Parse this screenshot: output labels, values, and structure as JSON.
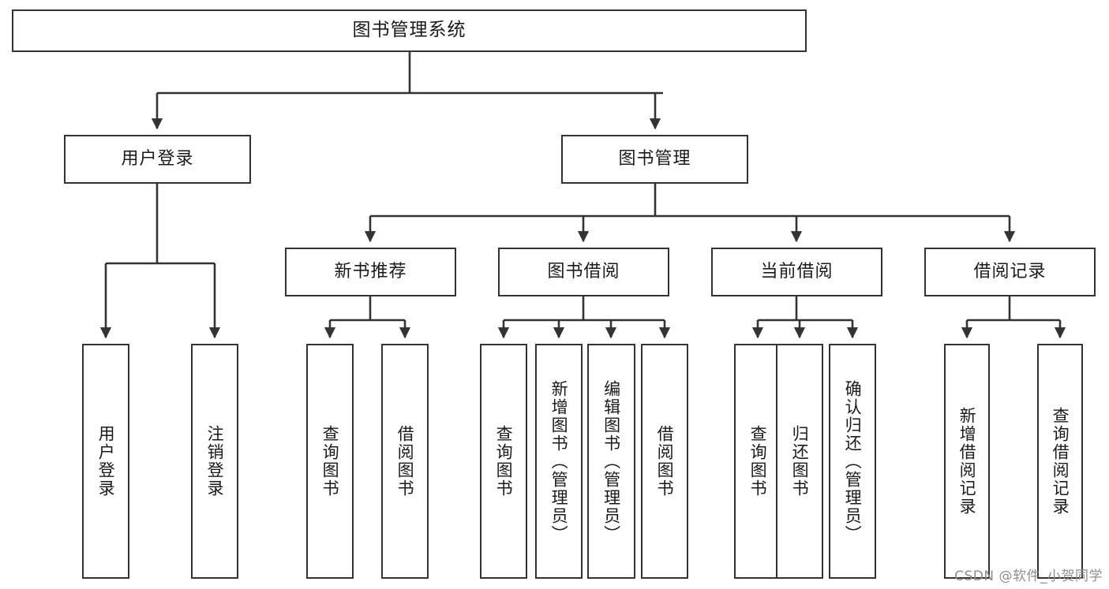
{
  "diagram": {
    "title_box": {
      "label": "图书管理系统"
    },
    "level2": [
      {
        "id": "user-login",
        "label": "用户登录"
      },
      {
        "id": "book-manage",
        "label": "图书管理"
      }
    ],
    "level3": [
      {
        "id": "new-book-recommend",
        "label": "新书推荐"
      },
      {
        "id": "book-borrow",
        "label": "图书借阅"
      },
      {
        "id": "current-borrow",
        "label": "当前借阅"
      },
      {
        "id": "borrow-record",
        "label": "借阅记录"
      }
    ],
    "leaves": [
      {
        "id": "leaf-user-login",
        "label": "用户登录"
      },
      {
        "id": "leaf-logout-login",
        "label": "注销登录"
      },
      {
        "id": "leaf-query-book-1",
        "label": "查询图书"
      },
      {
        "id": "leaf-borrow-book-1",
        "label": "借阅图书"
      },
      {
        "id": "leaf-query-book-2",
        "label": "查询图书"
      },
      {
        "id": "leaf-add-book-admin",
        "label": "新增图书（管理员）"
      },
      {
        "id": "leaf-edit-book-admin",
        "label": "编辑图书（管理员）"
      },
      {
        "id": "leaf-borrow-book-2",
        "label": "借阅图书"
      },
      {
        "id": "leaf-query-book-3",
        "label": "查询图书"
      },
      {
        "id": "leaf-return-book",
        "label": "归还图书"
      },
      {
        "id": "leaf-confirm-return-admin",
        "label": "确认归还（管理员）"
      },
      {
        "id": "leaf-add-borrow-record",
        "label": "新增借阅记录"
      },
      {
        "id": "leaf-query-borrow-record",
        "label": "查询借阅记录"
      }
    ],
    "watermark": "CSDN @软件_小贺同学"
  }
}
